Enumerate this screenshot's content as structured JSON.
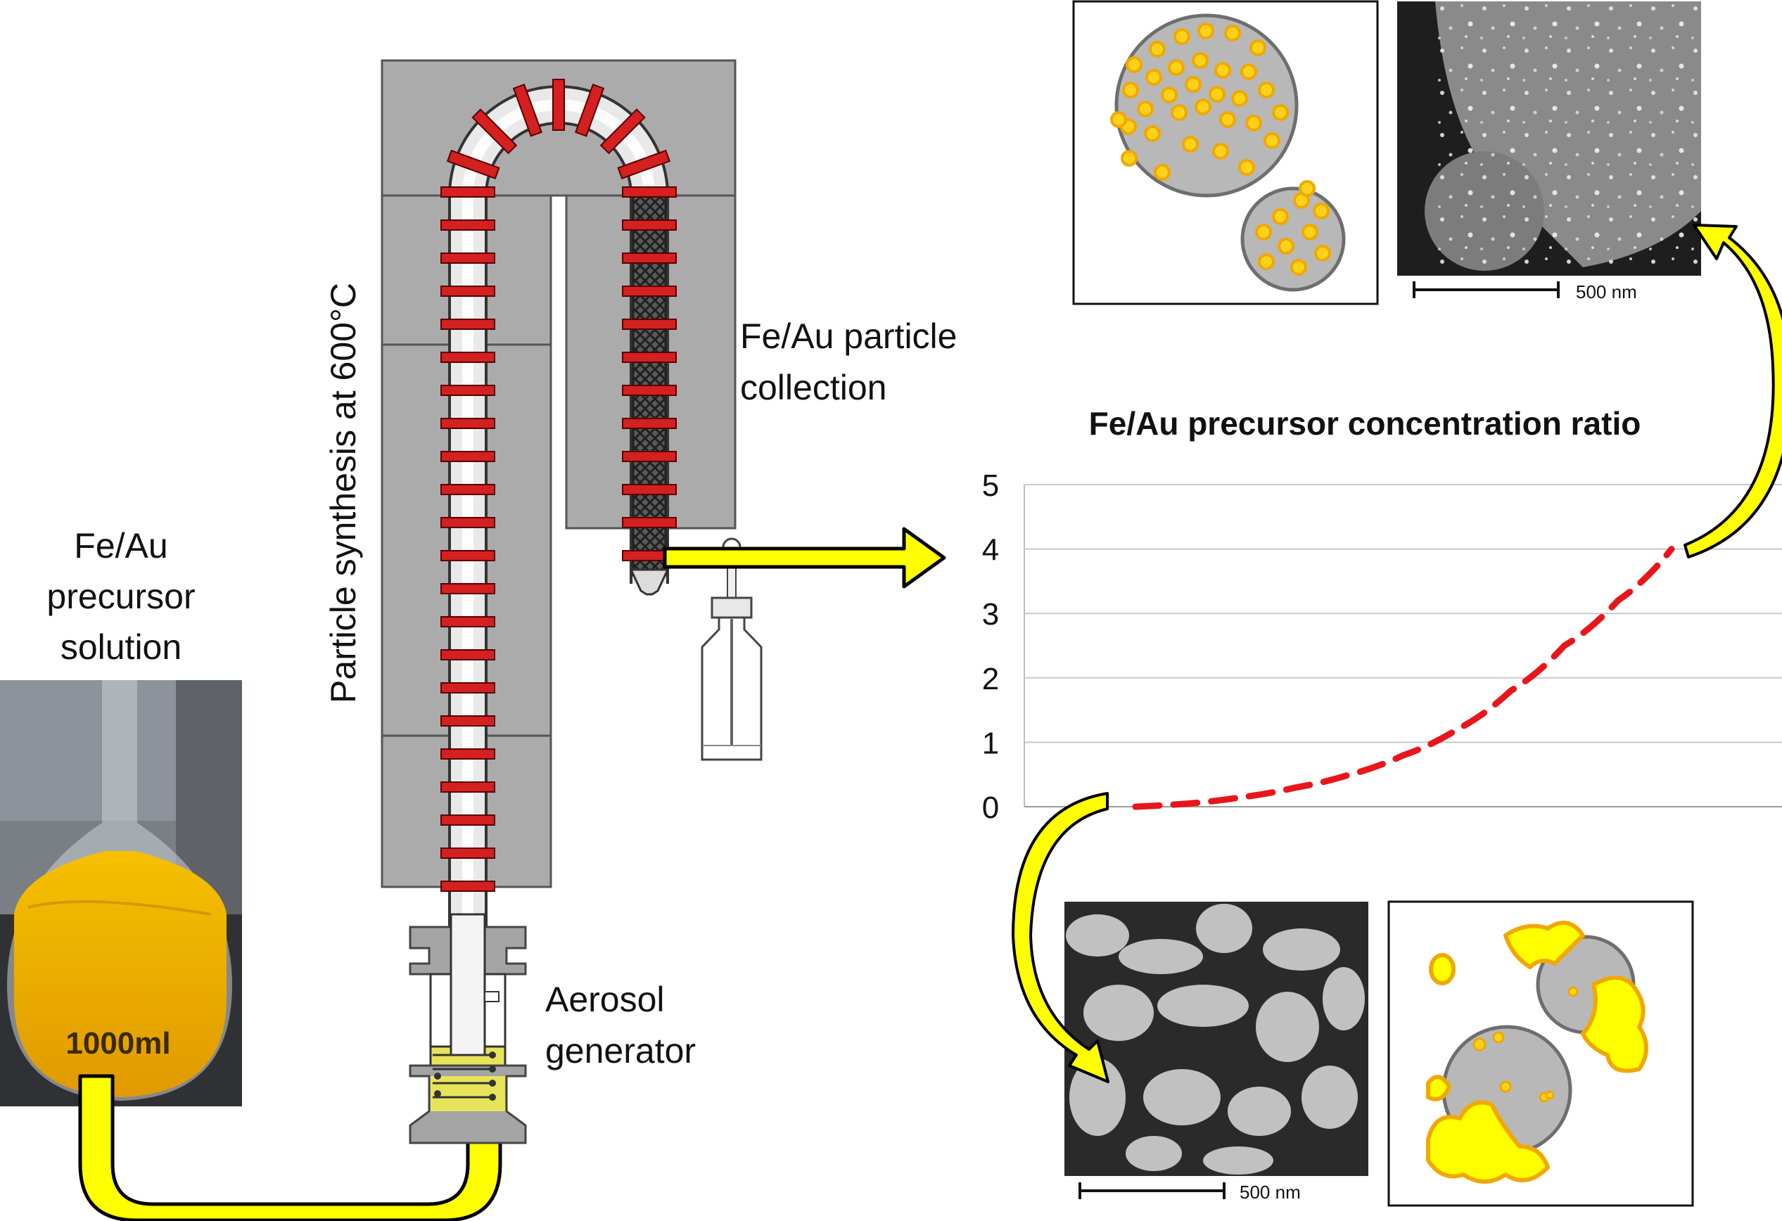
{
  "labels": {
    "precursor_solution": [
      "Fe/Au",
      "precursor",
      "solution"
    ],
    "flask_marking": "1000ml",
    "synthesis": "Particle synthesis at 600°C",
    "collection": [
      "Fe/Au particle",
      "collection"
    ],
    "aerosol": [
      "Aerosol",
      "generator"
    ],
    "scale_bar_top": "500 nm",
    "scale_bar_bottom": "500 nm"
  },
  "chart_data": {
    "type": "line",
    "title": "Fe/Au precursor concentration ratio",
    "xlabel": "",
    "ylabel": "",
    "ylim": [
      0,
      5
    ],
    "y_ticks": [
      0,
      1,
      2,
      3,
      4,
      5
    ],
    "grid": true,
    "x_ticks_shown": false,
    "series": [
      {
        "style": "dashed",
        "color": "#e8161b",
        "x": [
          0.0,
          0.1,
          0.2,
          0.3,
          0.4,
          0.5,
          0.6,
          0.7,
          0.8,
          0.9,
          1.0
        ],
        "y": [
          0.0,
          0.05,
          0.15,
          0.3,
          0.5,
          0.8,
          1.2,
          1.8,
          2.5,
          3.2,
          4.0
        ]
      }
    ]
  },
  "colors": {
    "furnace": "#aaaaaa",
    "heater": "#d42020",
    "arrow": "#ffff00",
    "particle": "#ffd21a",
    "particle_core": "#b8b8b8"
  }
}
